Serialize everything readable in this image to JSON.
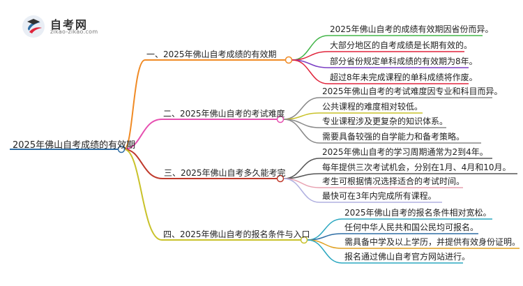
{
  "logo": {
    "title": "自考网",
    "subtitle": "zikao-zikao.com"
  },
  "root": {
    "label": "2025年佛山自考成绩的有效期",
    "color": "#2e6da4"
  },
  "branches": [
    {
      "label": "一、2025年佛山自考成绩的有效期",
      "color": "#f08a24",
      "children": [
        "2025年佛山自考的成绩有效期因省份而异。",
        "大部分地区的自考成绩是长期有效的。",
        "部分省份规定单科成绩的有效期为8年。",
        "超过8年未完成课程的单科成绩将作废。"
      ],
      "child_colors": [
        "#43b549",
        "#e0243b",
        "#7b3fc4",
        "#e0243b"
      ]
    },
    {
      "label": "二、2025年佛山自考的考试难度",
      "color": "#e64fb0",
      "children": [
        "2025年佛山自考的考试难度因专业和科目而异。",
        "公共课程的难度相对较低。",
        "专业课程涉及更复杂的知识体系。",
        "需要具备较强的自学能力和备考策略。"
      ],
      "child_colors": [
        "#888888",
        "#c9c22a",
        "#888888",
        "#888888"
      ]
    },
    {
      "label": "三、2025年佛山自考多久能考完",
      "color": "#c0392b",
      "children": [
        "2025年佛山自考的学习周期通常为2到4年。",
        "每年提供三次考试机会，分别在1月、4月和10月。",
        "考生可根据情况选择适合的考试时间。",
        "最快可在3年内完成所有课程。"
      ],
      "child_colors": [
        "#555555",
        "#555555",
        "#e8a0b0",
        "#b0b0e0"
      ]
    },
    {
      "label": "四、2025年佛山自考的报名条件与入口",
      "color": "#c9c22a",
      "children": [
        "2025年佛山自考的报名条件相对宽松。",
        "任何中华人民共和国公民均可报名。",
        "需具备中学及以上学历，并提供有效身份证明。",
        "报名通过佛山自考官方网站进行。"
      ],
      "child_colors": [
        "#2aa7c0",
        "#2e6da4",
        "#e0a020",
        "#2aa7c0"
      ]
    }
  ]
}
